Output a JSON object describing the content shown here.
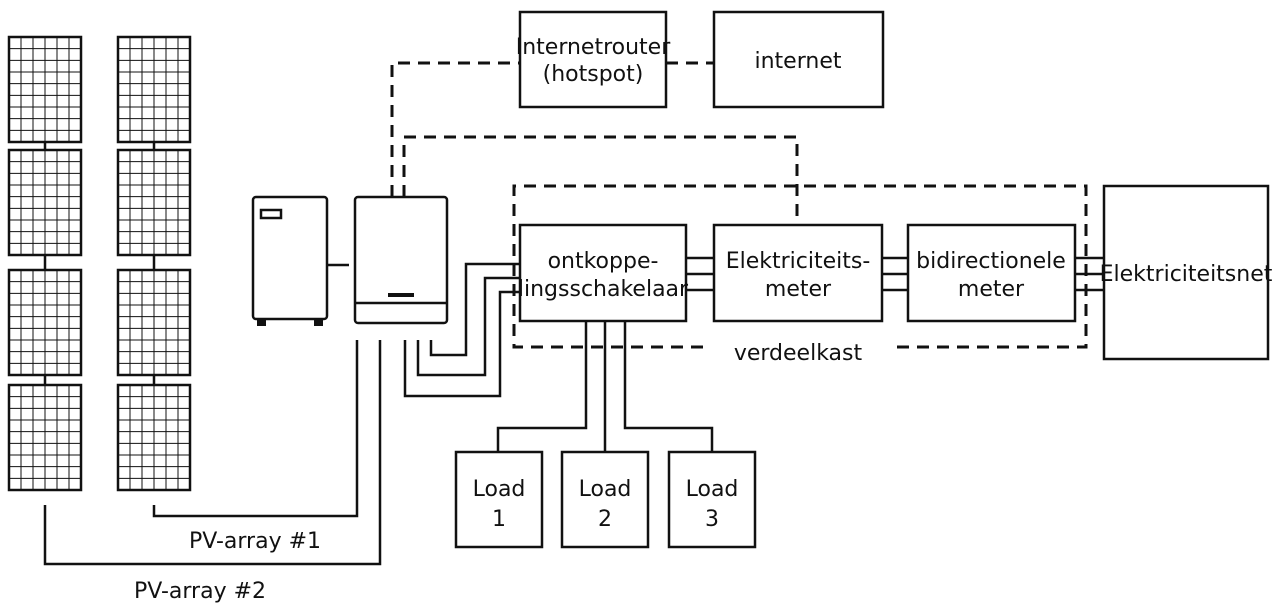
{
  "router": {
    "line1": "Internetrouter",
    "line2": "(hotspot)"
  },
  "internet": {
    "label": "internet"
  },
  "switch": {
    "line1": "ontkoppe-",
    "line2": "lingsschakelaar"
  },
  "meter": {
    "line1": "Elektriciteits-",
    "line2": "meter"
  },
  "bidirectional": {
    "line1": "bidirectionele",
    "line2": "meter"
  },
  "grid": {
    "label": "Elektriciteitsnet"
  },
  "distribution_box": {
    "label": "verdeelkast"
  },
  "loads": [
    {
      "line1": "Load",
      "line2": "1"
    },
    {
      "line1": "Load",
      "line2": "2"
    },
    {
      "line1": "Load",
      "line2": "3"
    }
  ],
  "pv_arrays": [
    {
      "label": "PV-array #1"
    },
    {
      "label": "PV-array #2"
    }
  ]
}
